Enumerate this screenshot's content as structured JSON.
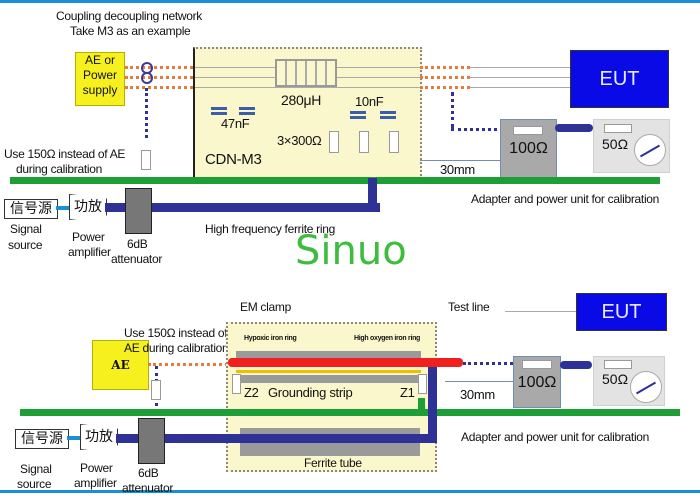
{
  "colors": {
    "border": "#1b8fd6",
    "ground_plane": "#1e9e36",
    "cable": "#2e3196",
    "ae_box": "#f7f01f",
    "cdn_fill": "#fbf7cc",
    "eut": "#0a0ae6",
    "test_line": "#f02020",
    "watermark": "#3dbd3d"
  },
  "watermark": "Sinuo",
  "top_section": {
    "title_line1": "Coupling decoupling network",
    "title_line2": "Take M3 as an example",
    "ae_box": [
      "AE or",
      "Power",
      "supply"
    ],
    "calibration_note": [
      "Use 150Ω instead of AE",
      "during calibration"
    ],
    "cdn": {
      "name": "CDN-M3",
      "inductor": "280μH",
      "cap_left": "47nF",
      "cap_right": "10nF",
      "resistors": "3×300Ω"
    },
    "eut": "EUT",
    "distance": "30mm",
    "resistor_100": "100Ω",
    "resistor_50": "50Ω",
    "adapter_label": "Adapter and power unit for calibration",
    "ferrite_ring_label": "High frequency ferrite ring",
    "signal_source": {
      "box": "信号源",
      "label": [
        "Signal",
        "source"
      ]
    },
    "power_amp": {
      "box": "功放",
      "label": [
        "Power",
        "amplifier"
      ]
    },
    "attenuator": [
      "6dB",
      "attenuator"
    ]
  },
  "bottom_section": {
    "em_clamp": "EM clamp",
    "test_line": "Test line",
    "ae_box": "AE",
    "calibration_note": [
      "Use 150Ω instead of",
      "AE during calibration"
    ],
    "hypoxic_ring": "Hypoxic iron ring",
    "high_oxygen_ring": "High oxygen iron ring",
    "grounding_strip": "Grounding strip",
    "z2": "Z2",
    "z1": "Z1",
    "eut": "EUT",
    "distance": "30mm",
    "resistor_100": "100Ω",
    "resistor_50": "50Ω",
    "adapter_label": "Adapter and power unit for calibration",
    "ferrite_tube": "Ferrite tube",
    "signal_source": {
      "box": "信号源",
      "label": [
        "Signal",
        "source"
      ]
    },
    "power_amp": {
      "box": "功放",
      "label": [
        "Power",
        "amplifier"
      ]
    },
    "attenuator": [
      "6dB",
      "attenuator"
    ]
  }
}
